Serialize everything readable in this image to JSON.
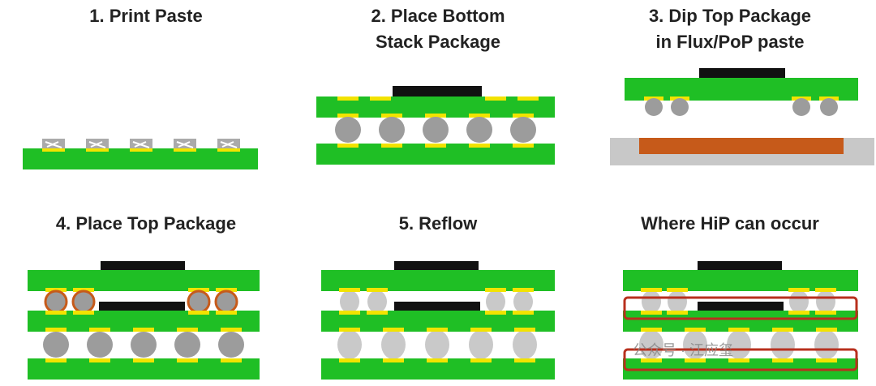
{
  "panels": [
    {
      "title_lines": [
        "1. Print Paste"
      ]
    },
    {
      "title_lines": [
        "2. Place Bottom",
        "Stack Package"
      ]
    },
    {
      "title_lines": [
        "3. Dip Top Package",
        "in Flux/PoP paste"
      ]
    },
    {
      "title_lines": [
        "4. Place Top Package"
      ]
    },
    {
      "title_lines": [
        "5. Reflow"
      ]
    },
    {
      "title_lines": [
        "Where HiP can occur"
      ]
    }
  ],
  "watermark": "公众号 · 江应玺",
  "colors": {
    "pcb_green": "#1fbf25",
    "pad_yellow": "#f2e300",
    "die_black": "#111111",
    "solder_gray": "#9c9c9c",
    "reflowed_solder": "#c9c9c9",
    "flux_paste": "#c65a1a",
    "tray_gray": "#c8c8c8",
    "defect_outline": "#b8301e"
  }
}
